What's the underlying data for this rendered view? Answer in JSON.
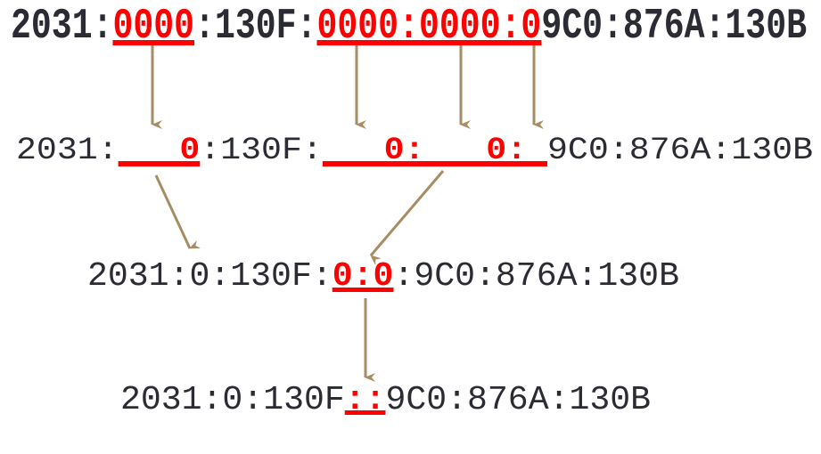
{
  "rows": [
    {
      "segments": [
        {
          "text": "2031:",
          "highlight": false
        },
        {
          "text": "0000",
          "highlight": true
        },
        {
          "text": ":130F:",
          "highlight": false
        },
        {
          "text": "0000:0000:0",
          "highlight": true
        },
        {
          "text": "9C0:876A:130B",
          "highlight": false
        }
      ]
    },
    {
      "segments": [
        {
          "text": "2031:",
          "highlight": false
        },
        {
          "text": "   0",
          "highlight": true
        },
        {
          "text": ":130F:",
          "highlight": false
        },
        {
          "text": "   0:   0: ",
          "highlight": true
        },
        {
          "text": "9C0:876A:130B",
          "highlight": false
        }
      ]
    },
    {
      "segments": [
        {
          "text": "2031:0:130F:",
          "highlight": false
        },
        {
          "text": "0:0",
          "highlight": true
        },
        {
          "text": ":9C0:876A:130B",
          "highlight": false
        }
      ]
    },
    {
      "segments": [
        {
          "text": "2031:0:130F",
          "highlight": false
        },
        {
          "text": "::",
          "highlight": true
        },
        {
          "text": "9C0:876A:130B",
          "highlight": false
        }
      ]
    }
  ],
  "colors": {
    "text": "#2b2b33",
    "highlight": "#ff0000",
    "arrow": "#a88c64"
  }
}
